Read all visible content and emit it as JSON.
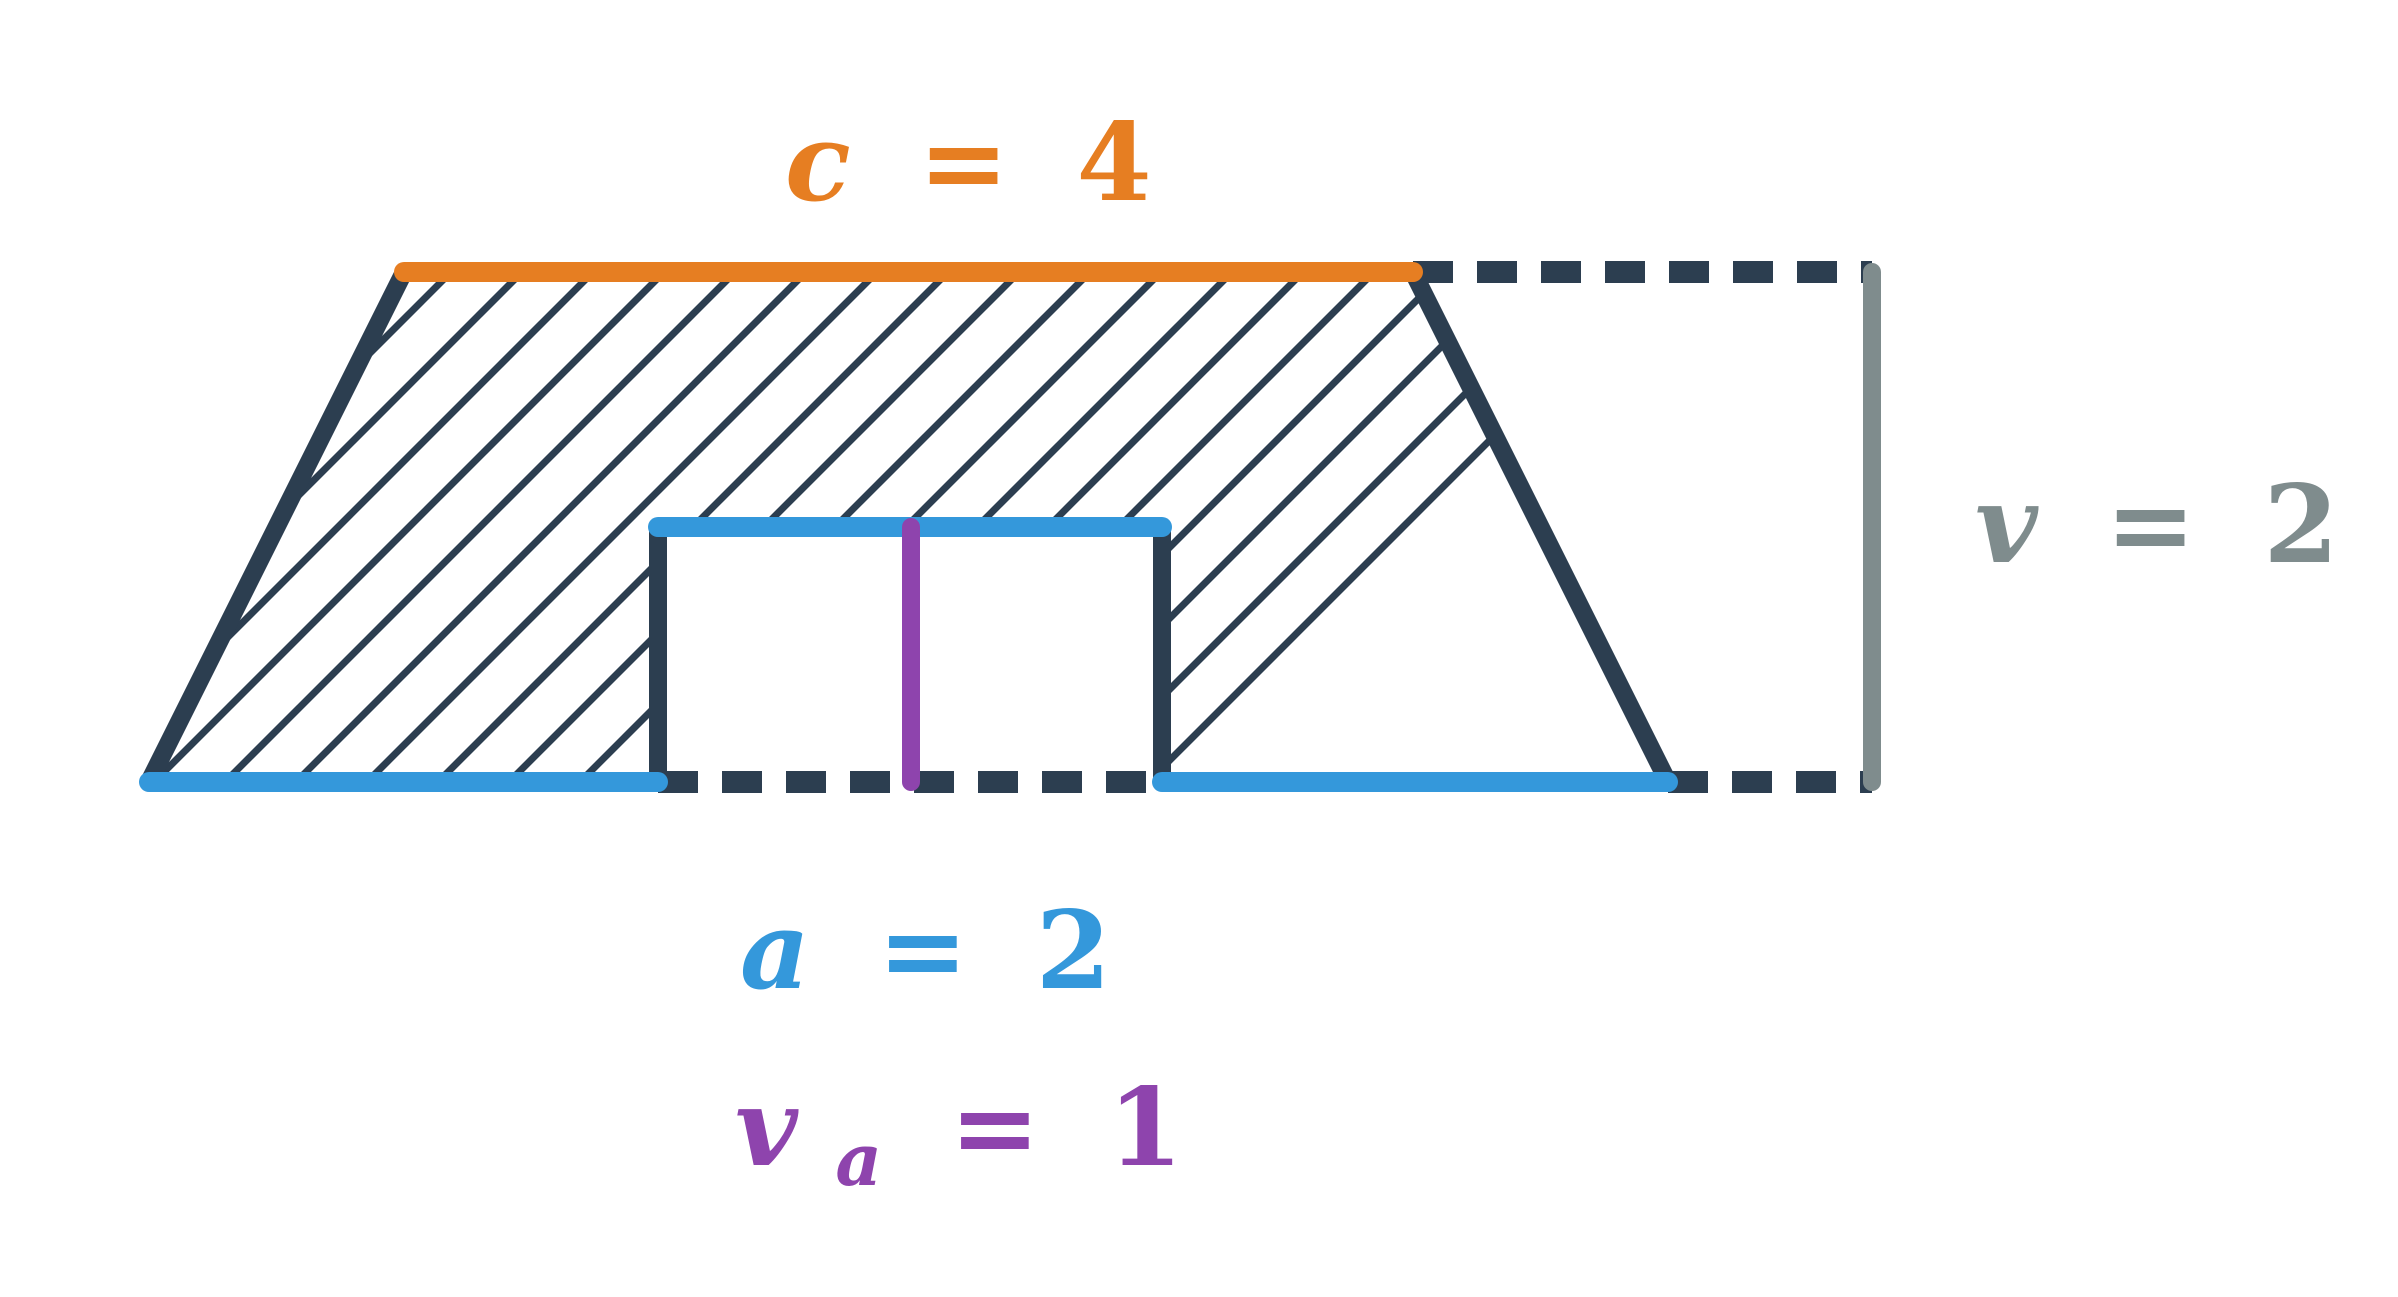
{
  "colors": {
    "outline": "#2c3e50",
    "top_base": "#e67e22",
    "bottom_base": "#3498db",
    "height": "#7f8c8d",
    "inner_height": "#8e44ad",
    "background": "#ffffff"
  },
  "labels": {
    "c": {
      "var": "c",
      "eq": "=",
      "val": "4"
    },
    "v": {
      "var": "v",
      "eq": "=",
      "val": "2"
    },
    "a": {
      "var": "a",
      "eq": "=",
      "val": "2"
    },
    "va": {
      "var": "v",
      "sub": "a",
      "eq": "=",
      "val": "1"
    }
  }
}
